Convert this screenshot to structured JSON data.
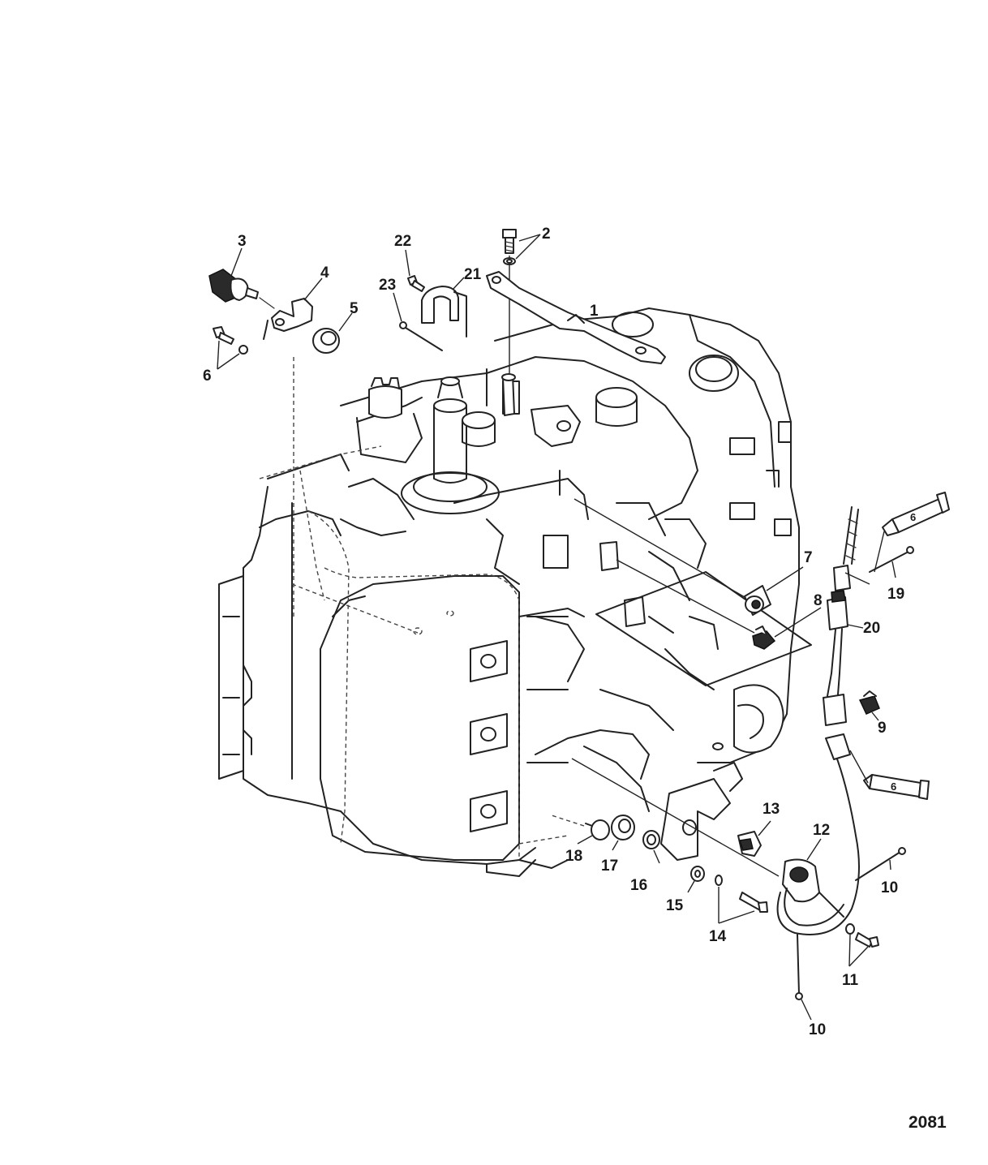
{
  "figure_number": "2081",
  "callouts": {
    "c1": "1",
    "c2": "2",
    "c3": "3",
    "c4": "4",
    "c5": "5",
    "c6": "6",
    "c7": "7",
    "c8": "8",
    "c9": "9",
    "c10a": "10",
    "c10b": "10",
    "c11": "11",
    "c12": "12",
    "c13": "13",
    "c14": "14",
    "c15": "15",
    "c16": "16",
    "c17": "17",
    "c18": "18",
    "c19": "19",
    "c20": "20",
    "c21": "21",
    "c22": "22",
    "c23": "23"
  },
  "tube_labels": {
    "t1": "6",
    "t2": "6"
  }
}
